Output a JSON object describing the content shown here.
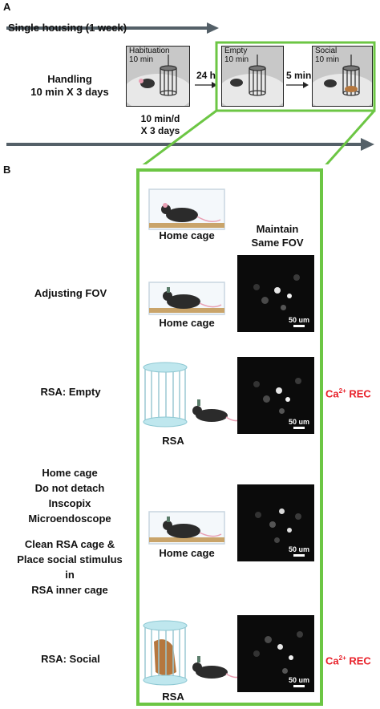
{
  "panel_a": {
    "letter": "A",
    "single_housing": "Single housing (1 week)",
    "handling": [
      "Handling",
      "10 min X 3 days"
    ],
    "habituation": {
      "title": "Habituation",
      "duration": "10 min"
    },
    "interval_24h": "24 h",
    "habituation_schedule": [
      "10 min/d",
      "X 3 days"
    ],
    "empty": {
      "title": "Empty",
      "duration": "10 min"
    },
    "interval_5min": "5 min",
    "social": {
      "title": "Social",
      "duration": "10 min"
    }
  },
  "panel_b": {
    "letter": "B",
    "maintain_fov": [
      "Maintain",
      "Same FOV"
    ],
    "steps": [
      {
        "left_text": [],
        "caption": "Home cage"
      },
      {
        "left_text": [
          "Adjusting FOV"
        ],
        "caption": "Home cage",
        "scale_bar": "50 um"
      },
      {
        "left_text": [
          "RSA: Empty"
        ],
        "caption": "RSA",
        "scale_bar": "50 um",
        "recording": "REC",
        "recording_ion": "Ca",
        "recording_charge": "2+"
      },
      {
        "left_text": [
          "Home cage",
          "Do not detach",
          "Inscopix",
          "Microendoscope",
          "",
          "Clean RSA cage &",
          "Place social stimulus",
          "in",
          "RSA inner cage"
        ],
        "caption": "Home cage",
        "scale_bar": "50 um"
      },
      {
        "left_text": [
          "RSA: Social"
        ],
        "caption": "RSA",
        "scale_bar": "50 um",
        "recording": "REC",
        "recording_ion": "Ca",
        "recording_charge": "2+"
      }
    ]
  },
  "colors": {
    "green": "#6cc644",
    "arrow": "#546068",
    "red": "#e8212a",
    "mouse": "#2b2b2b",
    "bedding": "#c9a46a"
  }
}
